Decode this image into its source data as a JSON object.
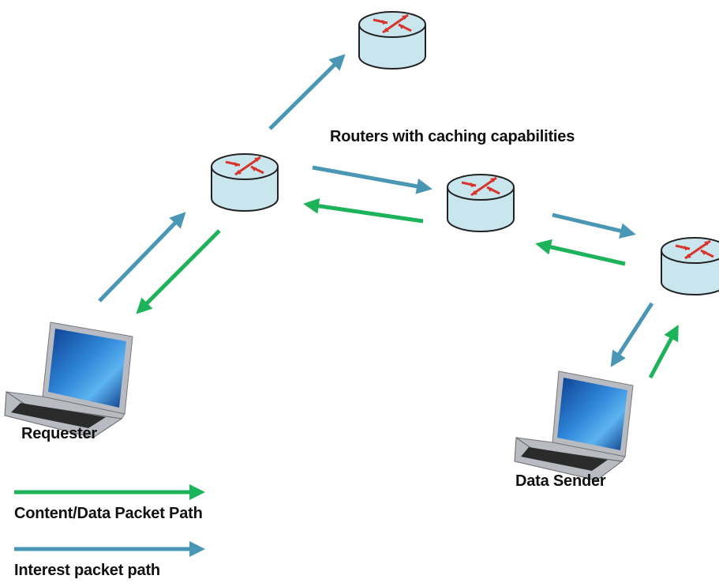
{
  "labels": {
    "routers_caption": "Routers with caching capabilities",
    "requester": "Requester",
    "data_sender": "Data Sender"
  },
  "legend": {
    "content_path": "Content/Data Packet Path",
    "interest_path": "Interest packet path"
  },
  "colors": {
    "interest": "#4a97b5",
    "content": "#1db35a",
    "router_body": "#c9e6ef",
    "router_stroke": "#222222",
    "router_arrows": "#d9342b",
    "laptop_frame": "#b8bcc2",
    "laptop_screen": "#1a5fb4",
    "laptop_keys": "#2b2b2b"
  },
  "icons": {
    "router": "router-icon",
    "laptop": "laptop-icon"
  }
}
